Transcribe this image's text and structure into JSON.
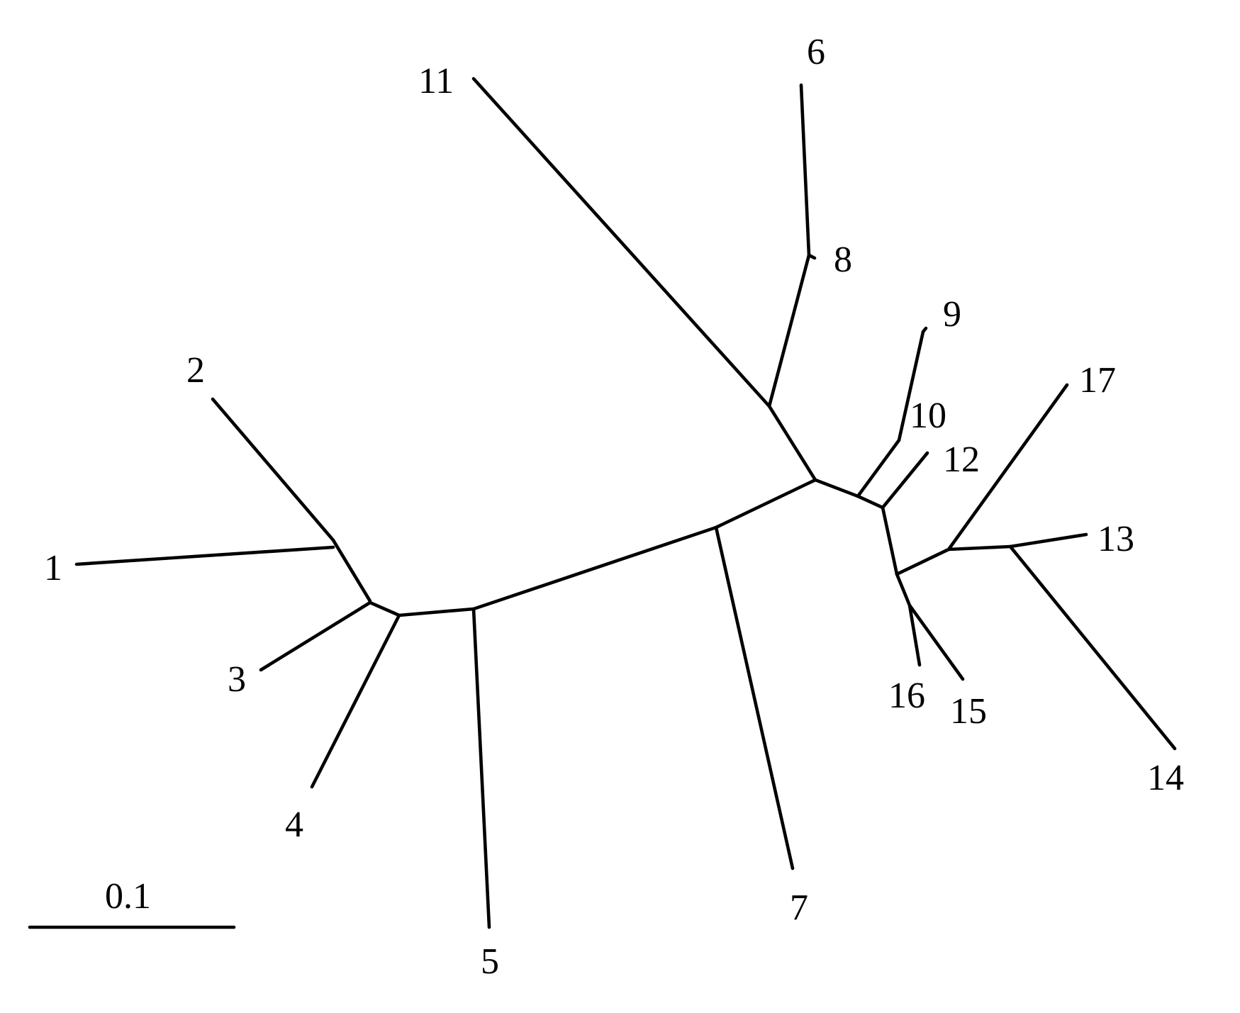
{
  "diagram": {
    "type": "unrooted-phylogenetic-tree",
    "line_color": "#000000",
    "background": "#ffffff",
    "leaves": [
      {
        "id": "1",
        "label": "1"
      },
      {
        "id": "2",
        "label": "2"
      },
      {
        "id": "3",
        "label": "3"
      },
      {
        "id": "4",
        "label": "4"
      },
      {
        "id": "5",
        "label": "5"
      },
      {
        "id": "6",
        "label": "6"
      },
      {
        "id": "7",
        "label": "7"
      },
      {
        "id": "8",
        "label": "8"
      },
      {
        "id": "9",
        "label": "9"
      },
      {
        "id": "10",
        "label": "10"
      },
      {
        "id": "11",
        "label": "11"
      },
      {
        "id": "12",
        "label": "12"
      },
      {
        "id": "13",
        "label": "13"
      },
      {
        "id": "14",
        "label": "14"
      },
      {
        "id": "15",
        "label": "15"
      },
      {
        "id": "16",
        "label": "16"
      },
      {
        "id": "17",
        "label": "17"
      }
    ],
    "scale_bar": {
      "label": "0.1",
      "value": 0.1
    }
  }
}
